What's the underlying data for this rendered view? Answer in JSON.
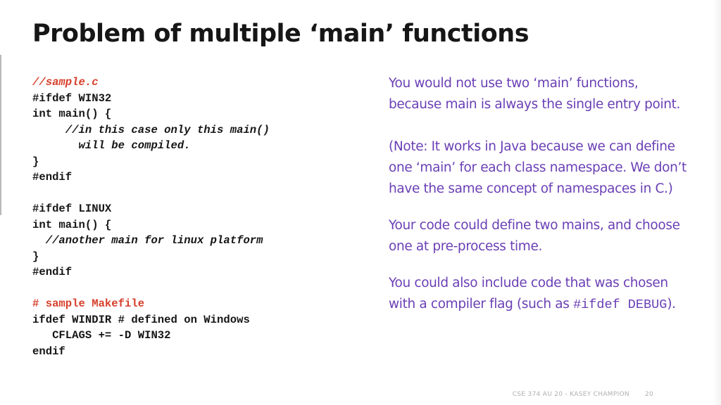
{
  "slide": {
    "title": "Problem of multiple ‘main’ functions",
    "code_lines": [
      "//sample.c",
      "#ifdef WIN32",
      "int main() {",
      "     //in this case only this main()",
      "       will be compiled.",
      "}",
      "#endif",
      "",
      "#ifdef LINUX",
      "int main() {",
      "  //another main for linux platform",
      "}",
      "#endif",
      "",
      "# sample Makefile",
      "ifdef WINDIR # defined on Windows",
      "   CFLAGS += -D WIN32",
      "endif"
    ],
    "notes": {
      "p1": [
        "You would not use two ‘main’ functions,",
        "because main is always the single entry point."
      ],
      "p2": [
        "(Note:  It works in Java because we can define",
        "one ‘main’ for each class namespace.  We don’t",
        "have the same concept of namespaces in C.)"
      ],
      "p3": [
        "Your code could define two mains, and choose",
        "one at pre-process time."
      ],
      "p4_line1": "You could also include code that was chosen",
      "p4_line2_pre": "with a compiler flag (such as ",
      "p4_line2_code": "#ifdef DEBUG",
      "p4_line2_post": ")."
    },
    "footer": {
      "course": "CSE 374 AU 20 - KASEY CHAMPION",
      "page": "20"
    }
  },
  "colors": {
    "title": "#161616",
    "code": "#161616",
    "code_comment": "#d6402c",
    "notes": "#6a3fb5",
    "footer": "#b0b0b0"
  }
}
